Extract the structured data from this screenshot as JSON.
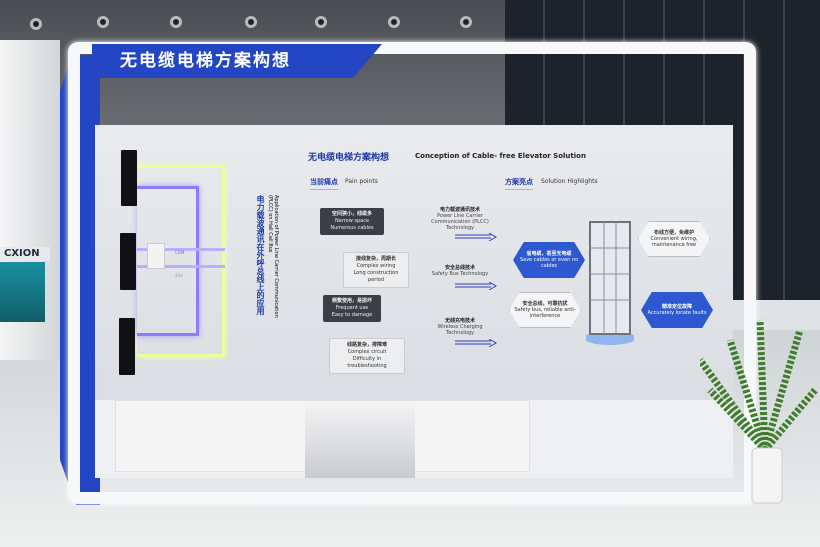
{
  "booth_banner": "无电缆电梯方案构想",
  "background_sign": "CXION",
  "board": {
    "title_cn": "无电缆电梯方案构想",
    "title_en": "Conception of Cable- free Elevator Solution",
    "pain_heading_cn": "当前痛点",
    "pain_heading_en": "Pain points",
    "solution_heading_cn": "方案亮点",
    "solution_heading_en": "Solution Highlights",
    "pain_points": [
      {
        "cn": "空间狭小，线缆多",
        "en1": "Narrow space",
        "en2": "Numerous cables"
      },
      {
        "cn": "接线复杂，周期长",
        "en1": "Complex wiring",
        "en2": "Long construction period"
      },
      {
        "cn": "频繁使用，易损坏",
        "en1": "Frequent use",
        "en2": "Easy to damage"
      },
      {
        "cn": "线路复杂，排障难",
        "en1": "Complex circuit",
        "en2": "Difficulty in troubleshooting"
      }
    ],
    "technologies": [
      {
        "cn": "电力载波通讯技术",
        "en": "Power Line Carrier Communication (PLCC) Technology"
      },
      {
        "cn": "安全总线技术",
        "en": "Safety Bus Technology"
      },
      {
        "cn": "无线充电技术",
        "en": "Wireless Charging Technology"
      }
    ],
    "highlights": [
      {
        "cn": "省电缆，甚至无电缆",
        "en": "Save cables or even no cables"
      },
      {
        "cn": "安全总线，可靠抗扰",
        "en": "Safety bus, reliable anti-interference"
      },
      {
        "cn": "布线方便，免维护",
        "en": "Convenient wiring, maintenance free"
      },
      {
        "cn": "精准定位故障",
        "en": "Accurately locate faults"
      }
    ],
    "side_cn": "电力载波通讯在外呼总线上的应用",
    "side_en": "Application of Power Line Carrier Communication (PLCC) on Hall Call Bus",
    "wire_labels": [
      "COM",
      "24V"
    ]
  },
  "colors": {
    "brand_blue": "#2445c4",
    "glow_yellow": "#e8ff9a",
    "glow_purple": "#7a6cff"
  }
}
